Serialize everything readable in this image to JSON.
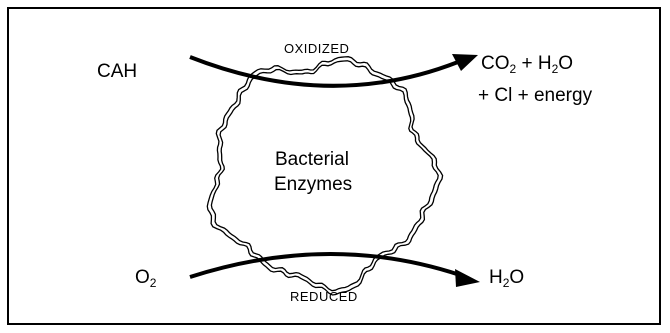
{
  "diagram": {
    "reactant_top": "CAH",
    "process_top": "OXIDIZED",
    "product_top": {
      "co": "CO",
      "co_sub": "2",
      "plus_h": " + H",
      "h_sub": "2",
      "o": "O",
      "line2": "+ Cl  + energy"
    },
    "center": {
      "line1": "Bacterial",
      "line2": "Enzymes"
    },
    "reactant_bottom": {
      "o": "O",
      "o_sub": "2"
    },
    "process_bottom": "REDUCED",
    "product_bottom": {
      "h": "H",
      "h_sub": "2",
      "o": "O"
    }
  }
}
